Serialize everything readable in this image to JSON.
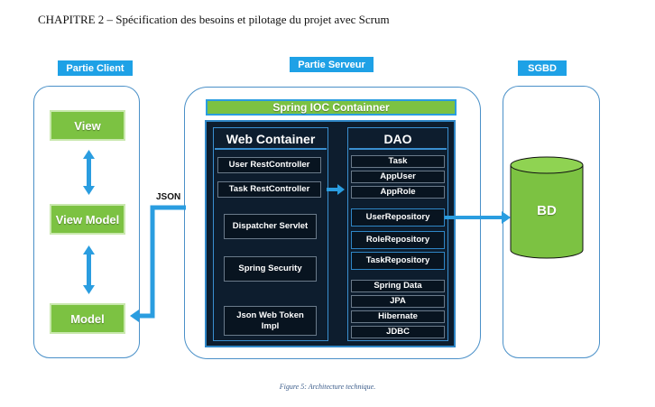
{
  "header": {
    "text": "CHAPITRE 2 – Spécification des besoins et pilotage du projet avec Scrum"
  },
  "sections": {
    "client": "Partie Client",
    "server": "Partie Serveur",
    "sgbd": "SGBD"
  },
  "client": {
    "view": "View",
    "view_model": "View Model",
    "model": "Model"
  },
  "json_label": "JSON",
  "server": {
    "spring_ioc": "Spring IOC Containner",
    "web_container": {
      "title": "Web Container",
      "items": [
        "User RestController",
        "Task RestController",
        "Dispatcher Servlet",
        "Spring Security"
      ],
      "jwt_line1": "Json Web Token",
      "jwt_line2": "Impl"
    },
    "dao": {
      "title": "DAO",
      "entities": [
        "Task",
        "AppUser",
        "AppRole"
      ],
      "repositories": [
        "UserRepository",
        "RoleRepository",
        "TaskRepository"
      ],
      "stack": [
        "Spring Data",
        "JPA",
        "Hibernate",
        "JDBC"
      ]
    }
  },
  "database": {
    "label": "BD"
  },
  "caption": "Figure 5: Architecture technique.",
  "colors": {
    "accent_blue": "#1ea1e6",
    "green": "#7cc242",
    "dark_navy": "#0d1d2e",
    "arrow_blue": "#2a9de0"
  }
}
